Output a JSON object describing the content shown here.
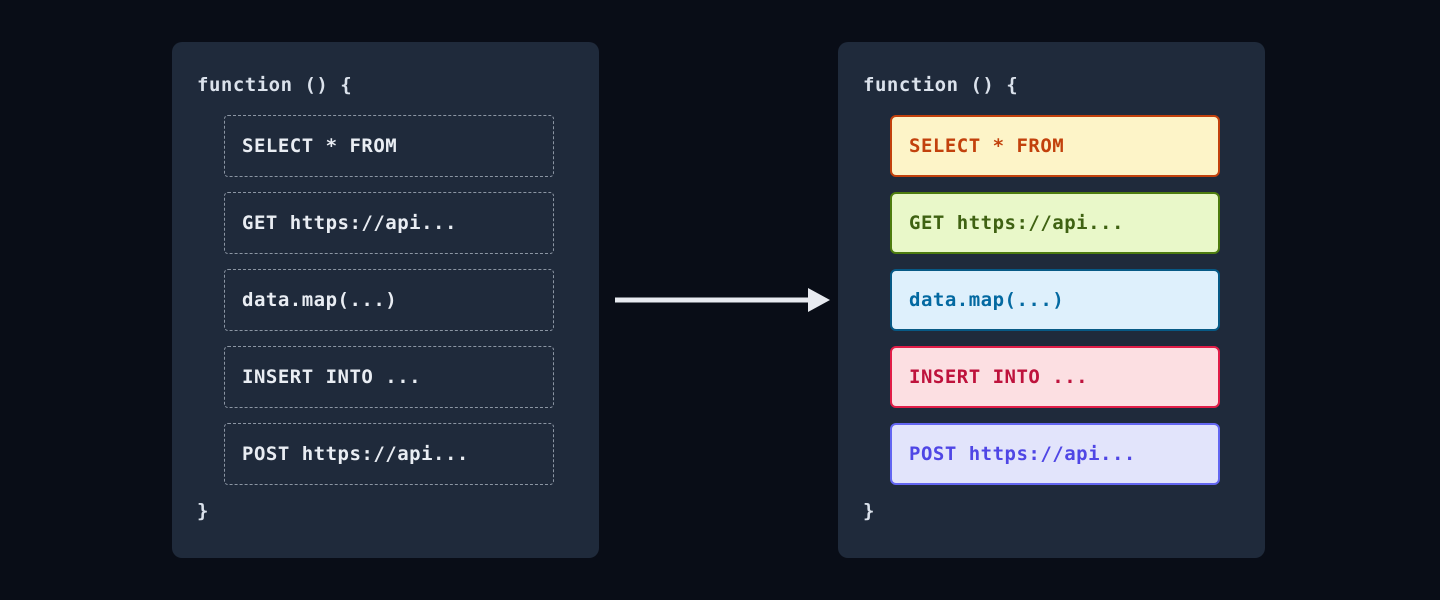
{
  "colors": {
    "page_background": "#090d17",
    "panel_background": "#1f2a3b",
    "code_text": "#dbe2ec",
    "dashed_border": "#8b95a3",
    "dashed_block_text": "#e9edf3",
    "arrow": "#e7eaf0"
  },
  "left_panel": {
    "title": "function () {",
    "closing_brace": "}",
    "blocks": [
      "SELECT * FROM",
      "GET https://api...",
      "data.map(...)",
      "INSERT INTO ...",
      "POST https://api..."
    ]
  },
  "right_panel": {
    "title": "function () {",
    "closing_brace": "}",
    "blocks": [
      {
        "label": "SELECT * FROM",
        "background": "#fdf4c8",
        "border_color": "#c2410c",
        "text_color": "#c2410c"
      },
      {
        "label": "GET https://api...",
        "background": "#e9f8c9",
        "border_color": "#4d7c0f",
        "text_color": "#3f6212"
      },
      {
        "label": "data.map(...)",
        "background": "#def0fc",
        "border_color": "#075985",
        "text_color": "#0369a1"
      },
      {
        "label": "INSERT INTO ...",
        "background": "#fcdfe2",
        "border_color": "#e11d48",
        "text_color": "#be123c"
      },
      {
        "label": "POST https://api...",
        "background": "#e2e4fb",
        "border_color": "#6366f1",
        "text_color": "#4f46e5"
      }
    ]
  }
}
